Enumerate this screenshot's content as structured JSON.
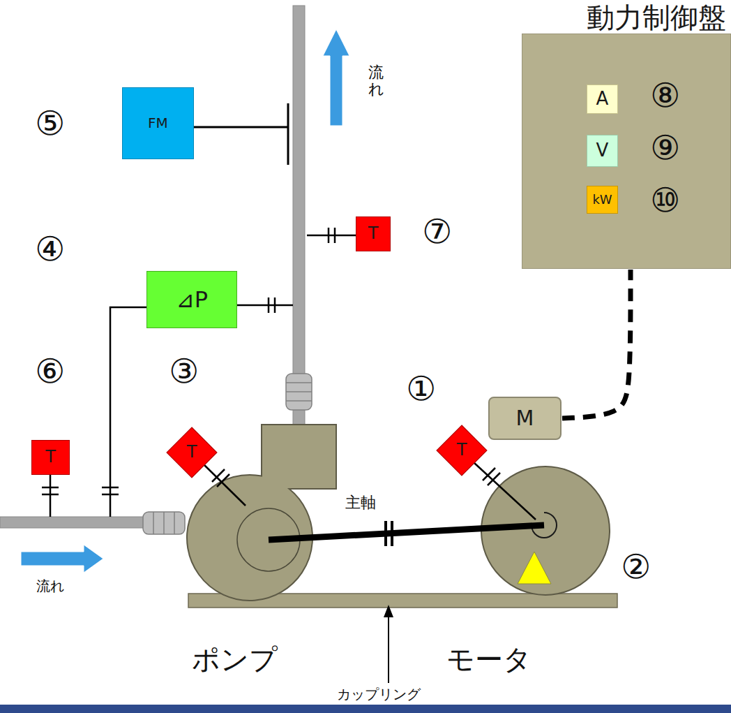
{
  "diagram": {
    "nodes": [
      {
        "text": [
          "動力制御盤"
        ]
      },
      {
        "text": [
          "A"
        ],
        "in": 0
      },
      {
        "text": [
          "V"
        ],
        "in": 0
      },
      {
        "text": [
          "kW"
        ],
        "in": 0
      },
      {
        "text": [
          "FM"
        ]
      },
      {
        "text": [
          "T"
        ]
      },
      {
        "text": [
          "⊿P"
        ]
      },
      {
        "text": [
          "T"
        ]
      },
      {
        "text": [
          "T"
        ]
      },
      {
        "text": [
          "T"
        ]
      },
      {
        "text": [
          "M"
        ]
      }
    ],
    "edges": [
      {
        "from": 10,
        "to": 0,
        "arrow": "none"
      }
    ],
    "labels": [
      "⑤",
      "④",
      "⑥",
      "③",
      "⑦",
      "①",
      "②",
      "⑧",
      "⑨",
      "⑩",
      "流れ",
      "主軸",
      "ポンプ",
      "モータ",
      "カップリング",
      "流れ"
    ]
  }
}
